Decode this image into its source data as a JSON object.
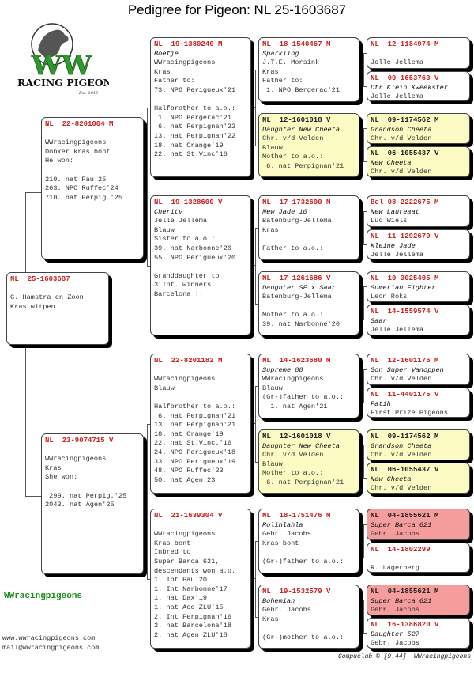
{
  "title": "Pedigree for Pigeon: NL  25-1603687",
  "logo": {
    "big": "WW",
    "banner": "RACING PIGEONS",
    "est": "Est. 2016"
  },
  "colors": {
    "ring": "#cc2222",
    "highlight_yellow": "#fdfbc4",
    "highlight_pink": "#f59c9c",
    "footer_green": "#1a8a1a"
  },
  "pigeons": {
    "s": {
      "ring": "NL  25-1603687",
      "name": "",
      "lines": [
        "G. Hamstra en Zoon",
        "Kras witpen"
      ]
    },
    "f": {
      "ring": "NL  22-8201004 M",
      "name": "",
      "lines": [
        "WWracingpigeons",
        "Donker kras bont",
        "He won:",
        "",
        "210. nat Pau'25",
        "263. NPO Ruffec'24",
        "710. nat Perpig.'25"
      ]
    },
    "m": {
      "ring": "NL  23-9074715 V",
      "name": "",
      "lines": [
        "WWracingpigeons",
        "Kras",
        "She won:",
        "",
        " 299. nat Perpig.'25",
        "2043. nat Agen'25"
      ]
    },
    "ff": {
      "ring": "NL  19-1380240 M",
      "name": "Boefje",
      "lines": [
        "WWracingpigeons",
        "Kras",
        "Father to:",
        "73. NPO Perigueux'21",
        "",
        "Halfbrother to a.o.:",
        " 1. NPO Bergerac'21",
        " 6. nat Perpignan'22",
        "13. nat Perpignan'22",
        "18. nat Orange'19",
        "22. nat St.Vinc'16"
      ]
    },
    "fm": {
      "ring": "NL  19-1328600 V",
      "name": "Cherity",
      "lines": [
        "Jelle Jellema",
        "Blauw",
        "Sister to a.o.:",
        "39. nat Narbonne'20",
        "55. NPO Perigueux'20",
        "",
        "Granddaughter to",
        "3 Int. winners",
        "Barcelona !!!"
      ]
    },
    "mf": {
      "ring": "NL  22-8201182 M",
      "name": "",
      "lines": [
        "WWracingpigeons",
        "Blauw",
        "",
        "Halfbrother to a.o.:",
        " 6. nat Perpignan'21",
        "13. nat Perpignan'21",
        "18. nat Orange'19",
        "22. nat St.Vinc.'16",
        "24. NPO Perigueux'18",
        "33. NPO Perigueux'19",
        "48. NPO Ruffec'23",
        "50. nat Agen'23"
      ]
    },
    "mm": {
      "ring": "NL  21-1639304 V",
      "name": "",
      "lines": [
        "WWracingpigeons",
        "Kras bont",
        "Inbred to",
        "Super Barca 621,",
        "descendants won a.o.",
        "1. Int Pau'20",
        "1. Int Narbonne'17",
        "1. nat Dax'19",
        "1. nat Ace ZLU'15",
        "2. Int Perpignan'16",
        "2. nat Barcelona'18",
        "2. nat Agen ZLU'18"
      ]
    },
    "fff": {
      "ring": "NL  18-1540467 M",
      "name": "Sparkling",
      "lines": [
        "J.T.E. Morsink",
        "Kras",
        "Father to:",
        " 1. NPO Bergerac'21"
      ]
    },
    "ffm": {
      "ring": "NL  12-1601018 V",
      "name": "Daughter New Cheeta",
      "lines": [
        "Chr. v/d Velden",
        "Blauw",
        "Mother to a.o.:",
        " 6. nat Perpignan'21"
      ]
    },
    "fmf": {
      "ring": "NL  17-1732600 M",
      "name": "New Jade 10",
      "lines": [
        "Batenburg-Jellema",
        "Kras",
        "",
        "Father to a.o.:"
      ]
    },
    "fmm": {
      "ring": "NL  17-1261686 V",
      "name": "Daughter SF x Saar",
      "lines": [
        "Batenburg-Jellema",
        "",
        "Mother to a.o.:",
        "39. nat Narbonne'20"
      ]
    },
    "mff": {
      "ring": "NL  14-1623680 M",
      "name": "Supreme 80",
      "lines": [
        "WWracingpigeons",
        "Blauw",
        "(Gr-)father to a.o.:",
        "  1. nat Agen'21"
      ]
    },
    "mfm": {
      "ring": "NL  12-1601018 V",
      "name": "Daughter New Cheeta",
      "lines": [
        "Chr. v/d Velden",
        "Blauw",
        "Mother to a.o.:",
        " 6. nat Perpignan'21"
      ]
    },
    "mmf": {
      "ring": "NL  18-1751476 M",
      "name": "Rolihlahla",
      "lines": [
        "Gebr. Jacobs",
        "Kras bont",
        "",
        "(Gr-)father to a.o.:"
      ]
    },
    "mmm": {
      "ring": "NL  19-1532579 V",
      "name": "Bohemian",
      "lines": [
        "Gebr. Jacobs",
        "Kras",
        "",
        "(Gr-)mother to a.o.:"
      ]
    },
    "ffff": {
      "ring": "NL  12-1184974 M",
      "name": "",
      "lines": [
        "Jelle Jellema"
      ]
    },
    "fffm": {
      "ring": "NL  09-1653763 V",
      "name": "Dtr Klein Kweekster.",
      "lines": [
        "Jelle Jellema"
      ]
    },
    "ffmf": {
      "ring": "NL  09-1174562 M",
      "name": "Grandson Cheeta",
      "lines": [
        "Chr. v/d Velden"
      ]
    },
    "ffmm": {
      "ring": "NL  06-1055437 V",
      "name": "New Cheeta",
      "lines": [
        "Chr. v/d Velden"
      ]
    },
    "fmff": {
      "ring": "Bel 08-2222675 M",
      "name": "New Laureaat",
      "lines": [
        "Luc Wiels"
      ]
    },
    "fmfm": {
      "ring": "NL  11-1292679 V",
      "name": "Kleine Jade",
      "lines": [
        "Jelle Jellema"
      ]
    },
    "fmmf": {
      "ring": "NL  10-3025405 M",
      "name": "Sumerian Fighter",
      "lines": [
        "Leon Roks"
      ]
    },
    "fmmm": {
      "ring": "NL  14-1559574 V",
      "name": "Saar",
      "lines": [
        "Jelle Jellema"
      ]
    },
    "mfff": {
      "ring": "NL  12-1601176 M",
      "name": "Son Super Vanoppen",
      "lines": [
        "Chr. v/d Velden"
      ]
    },
    "mffm": {
      "ring": "NL  11-4401175 V",
      "name": "Fatih",
      "lines": [
        "First Prize Pigeons"
      ]
    },
    "mfmf": {
      "ring": "NL  09-1174562 M",
      "name": "Grandson Cheeta",
      "lines": [
        "Chr. v/d Velden"
      ]
    },
    "mfmm": {
      "ring": "NL  06-1055437 V",
      "name": "New Cheeta",
      "lines": [
        "Chr. v/d Velden"
      ]
    },
    "mmff": {
      "ring": "NL  04-1855621 M",
      "name": "Super Barca 621",
      "lines": [
        "Gebr. Jacobs"
      ]
    },
    "mmfm": {
      "ring": "NL  14-1802299",
      "name": "",
      "lines": [
        "R. Lagerberg"
      ]
    },
    "mmmf": {
      "ring": "NL  04-1855621 M",
      "name": "Super Barca 621",
      "lines": [
        "Gebr. Jacobs"
      ]
    },
    "mmmm": {
      "ring": "NL  16-1386820 V",
      "name": "Daughter 527",
      "lines": [
        "Gebr. Jacobs"
      ]
    }
  },
  "footer": {
    "name": "WWracingpigeons",
    "website": "www.wwracingpigeons.com",
    "email": "mail@wwracingpigeons.com",
    "credit": "Compuclub © [9.44]  WWracingpigeons"
  }
}
